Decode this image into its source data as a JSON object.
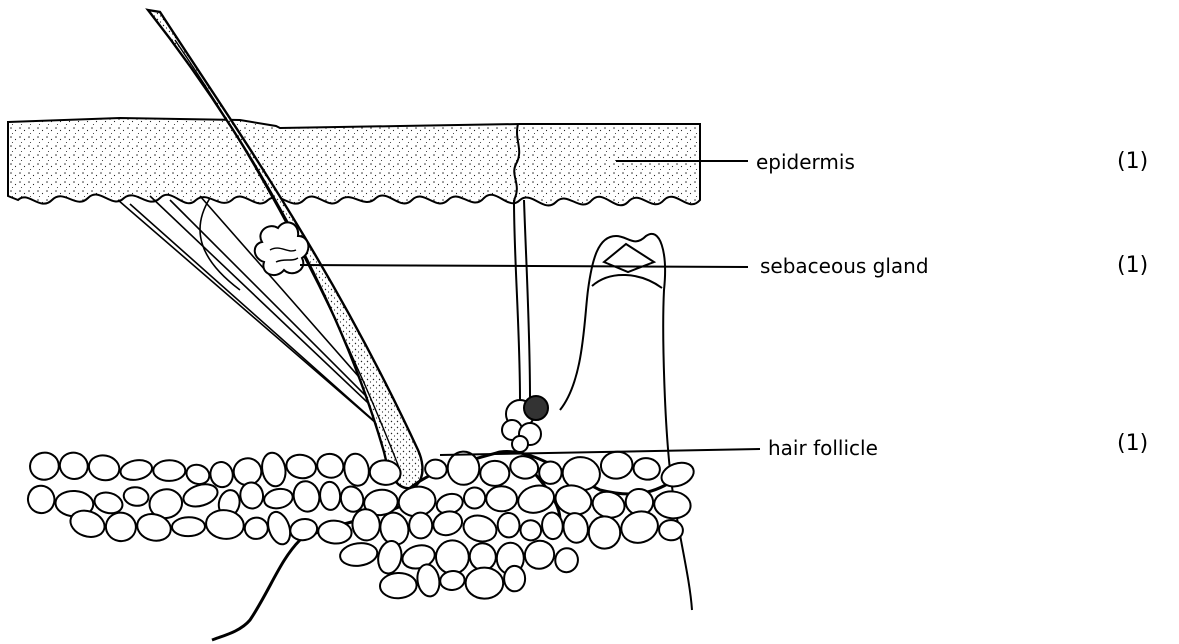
{
  "labels": {
    "epidermis": "epidermis",
    "sebaceous_gland": "sebaceous gland",
    "hair_follicle": "hair follicle"
  },
  "marks": {
    "epidermis": "(1)",
    "sebaceous_gland": "(1)",
    "hair_follicle": "(1)"
  }
}
